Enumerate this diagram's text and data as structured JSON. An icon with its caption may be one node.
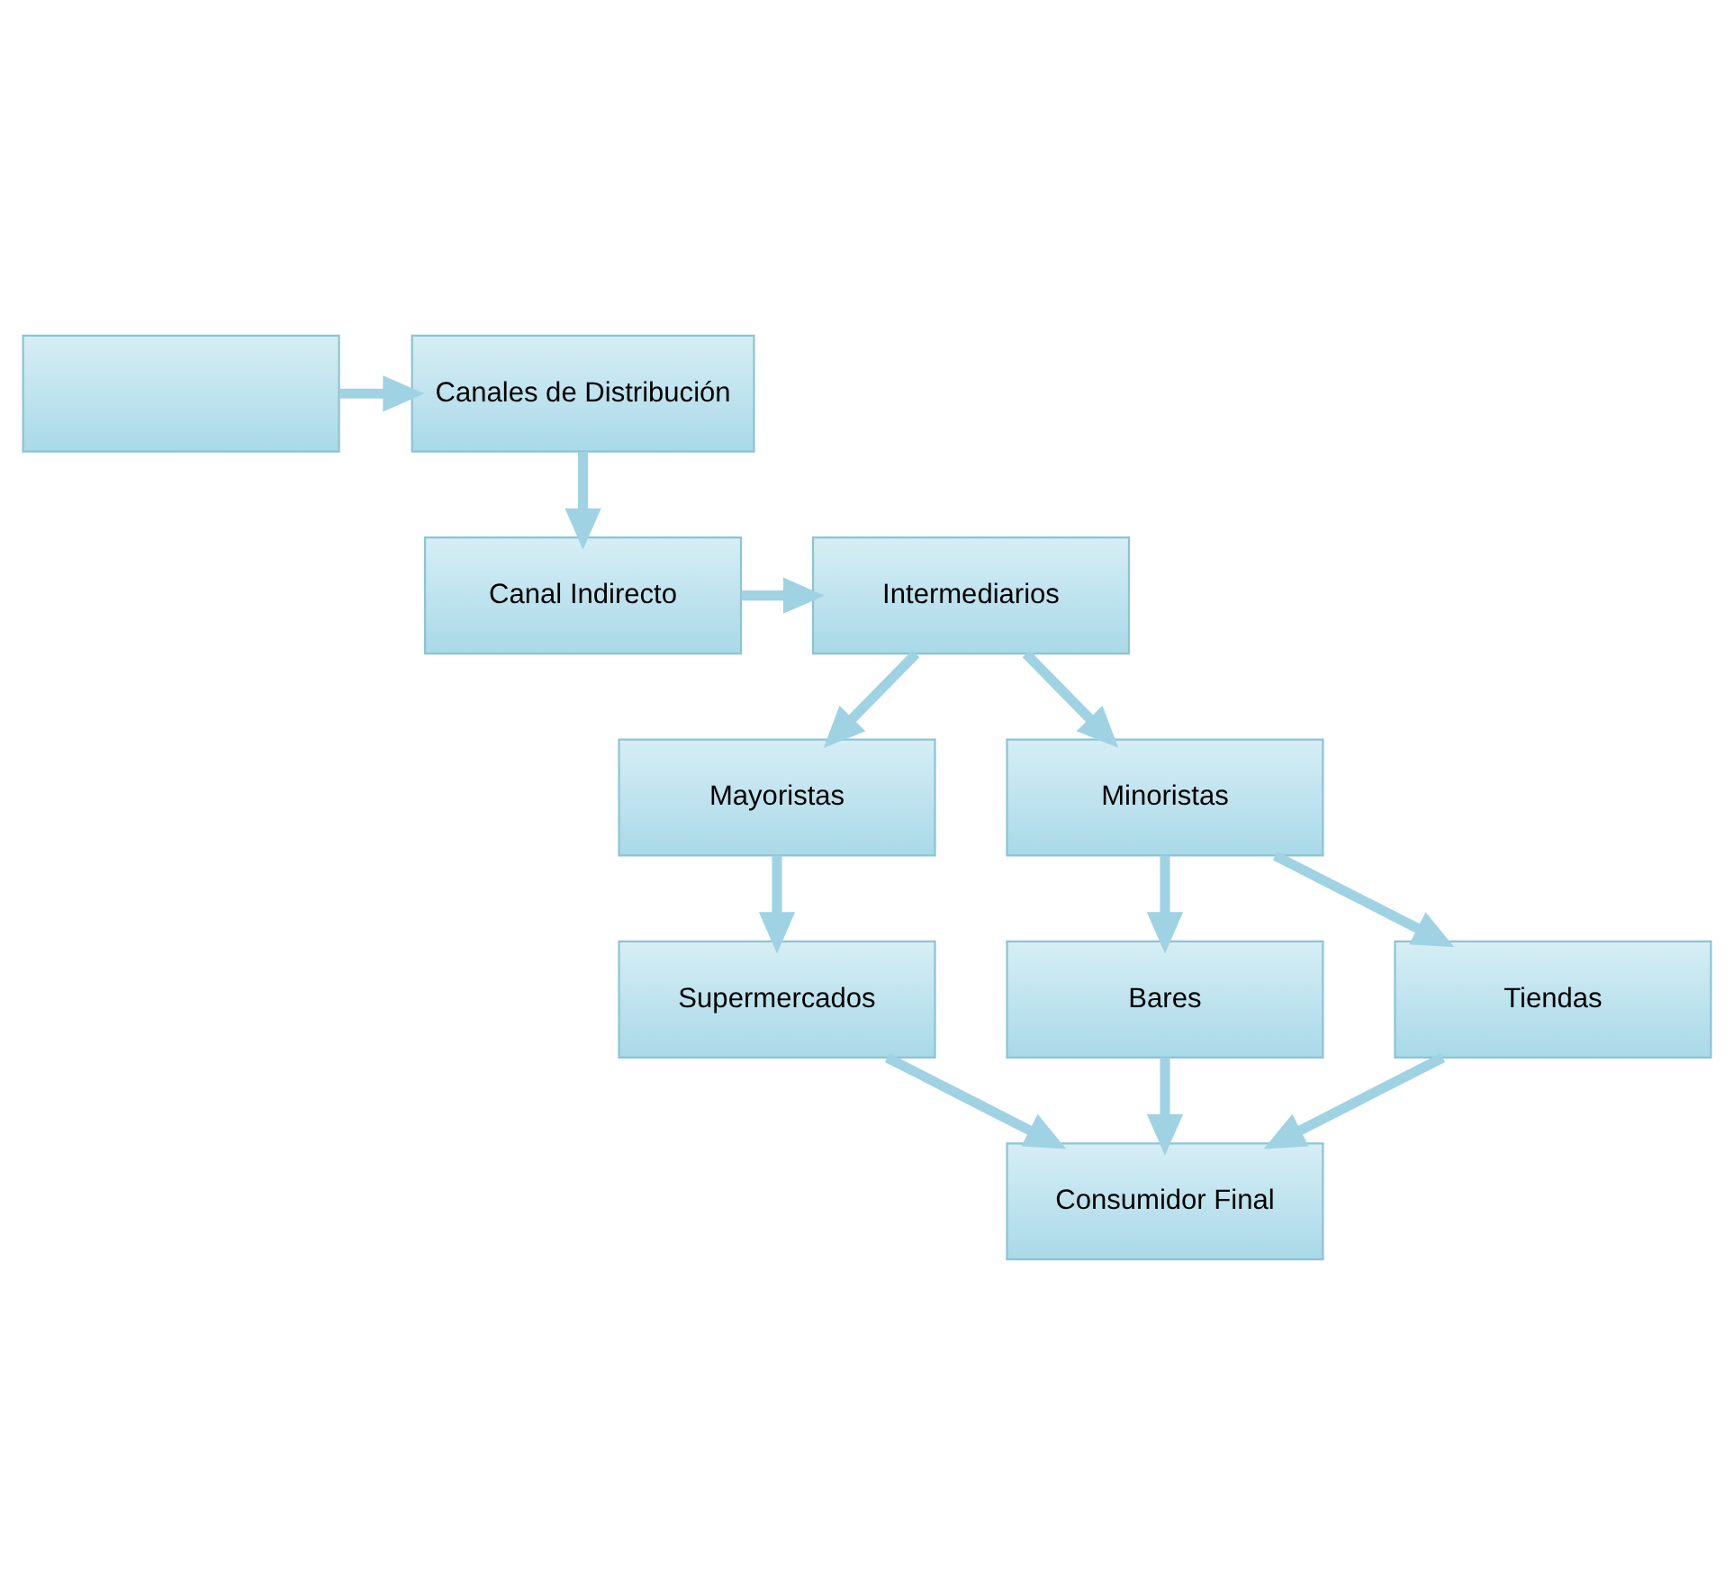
{
  "diagram": {
    "nodes": [
      {
        "text": [],
        "shape": "box"
      },
      {
        "text": [
          "Canales de Distribución"
        ]
      },
      {
        "text": [
          "Canal Indirecto"
        ]
      },
      {
        "text": [
          "Intermediarios"
        ]
      },
      {
        "text": [
          "Mayoristas"
        ]
      },
      {
        "text": [
          "Minoristas"
        ]
      },
      {
        "text": [
          "Supermercados"
        ]
      },
      {
        "text": [
          "Bares"
        ]
      },
      {
        "text": [
          "Tiendas"
        ]
      },
      {
        "text": [
          "Consumidor Final"
        ]
      }
    ],
    "edges": [
      {
        "from": 0,
        "to": 1,
        "arrow": "to"
      },
      {
        "from": 1,
        "to": 2,
        "arrow": "to"
      },
      {
        "from": 2,
        "to": 3,
        "arrow": "to"
      },
      {
        "from": 3,
        "to": 4,
        "arrow": "to"
      },
      {
        "from": 3,
        "to": 5,
        "arrow": "to"
      },
      {
        "from": 4,
        "to": 6,
        "arrow": "to"
      },
      {
        "from": 5,
        "to": 7,
        "arrow": "to"
      },
      {
        "from": 5,
        "to": 8,
        "arrow": "to"
      },
      {
        "from": 6,
        "to": 9,
        "arrow": "to"
      },
      {
        "from": 7,
        "to": 9,
        "arrow": "to"
      },
      {
        "from": 8,
        "to": 9,
        "arrow": "to"
      }
    ]
  }
}
